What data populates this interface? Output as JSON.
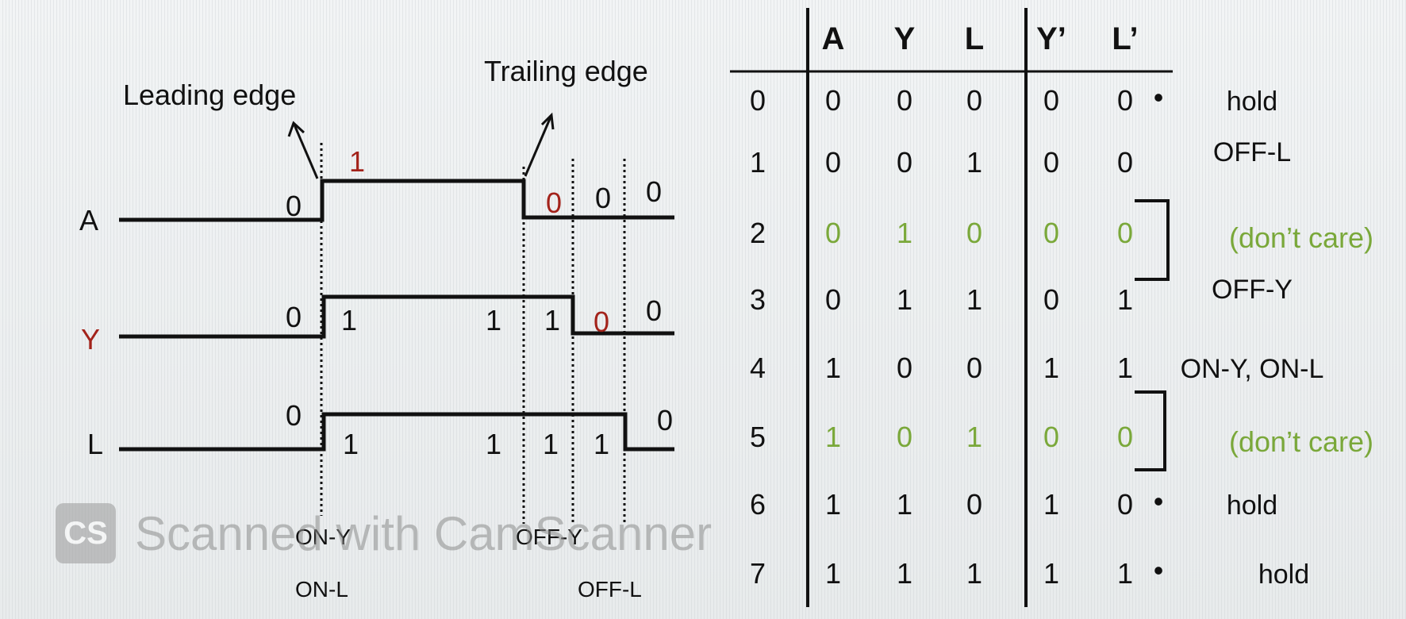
{
  "timing": {
    "leading_edge": "Leading edge",
    "trailing_edge": "Trailing edge",
    "signals": [
      "A",
      "Y",
      "L"
    ],
    "A_values": [
      "0",
      "1",
      "0",
      "0",
      "0"
    ],
    "Y_values": [
      "0",
      "1",
      "1",
      "1",
      "0",
      "0"
    ],
    "L_values": [
      "0",
      "1",
      "1",
      "1",
      "1",
      "0"
    ],
    "events": {
      "on_y": "ON-Y",
      "on_l": "ON-L",
      "off_y": "OFF-Y",
      "off_l": "OFF-L"
    }
  },
  "table": {
    "headers": [
      "A",
      "Y",
      "L",
      "Y’",
      "L’"
    ],
    "rows": [
      {
        "idx": "0",
        "cells": [
          "0",
          "0",
          "0",
          "0",
          "0"
        ],
        "dot": "•",
        "note": "hold",
        "dc": false
      },
      {
        "idx": "1",
        "cells": [
          "0",
          "0",
          "1",
          "0",
          "0"
        ],
        "dot": "",
        "note": "OFF-L",
        "dc": false
      },
      {
        "idx": "2",
        "cells": [
          "0",
          "1",
          "0",
          "0",
          "0"
        ],
        "dot": "",
        "note": "(don’t care)",
        "dc": true
      },
      {
        "idx": "3",
        "cells": [
          "0",
          "1",
          "1",
          "0",
          "1"
        ],
        "dot": "",
        "note": "OFF-Y",
        "dc": false
      },
      {
        "idx": "4",
        "cells": [
          "1",
          "0",
          "0",
          "1",
          "1"
        ],
        "dot": "",
        "note": "ON-Y, ON-L",
        "dc": false
      },
      {
        "idx": "5",
        "cells": [
          "1",
          "0",
          "1",
          "0",
          "0"
        ],
        "dot": "",
        "note": "(don’t care)",
        "dc": true
      },
      {
        "idx": "6",
        "cells": [
          "1",
          "1",
          "0",
          "1",
          "0"
        ],
        "dot": "•",
        "note": "hold",
        "dc": false
      },
      {
        "idx": "7",
        "cells": [
          "1",
          "1",
          "1",
          "1",
          "1"
        ],
        "dot": "•",
        "note": "hold",
        "dc": false
      }
    ]
  },
  "watermark": {
    "logo": "CS",
    "text": "Scanned with CamScanner"
  },
  "colors": {
    "dont_care": "#7aa83a",
    "accent_red": "#a3231b"
  }
}
